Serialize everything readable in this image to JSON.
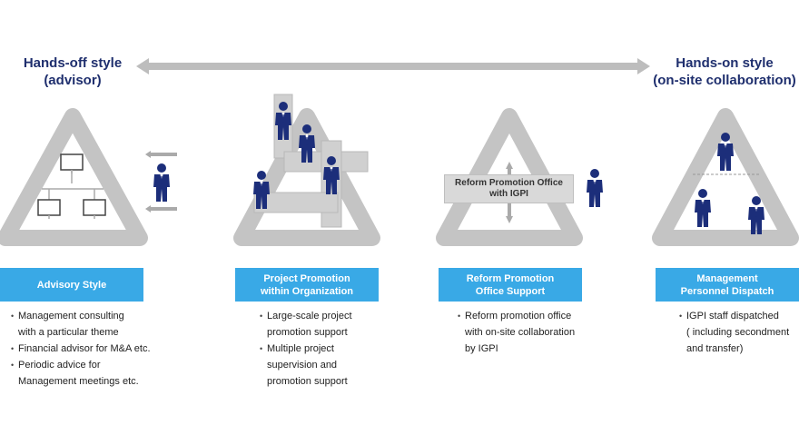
{
  "spectrum": {
    "left_label_lines": [
      "Hands-off style",
      "(advisor)"
    ],
    "right_label_lines": [
      "Hands-on style",
      "(on-site collaboration)"
    ]
  },
  "stages": [
    {
      "title_lines": [
        "Advisory Style"
      ],
      "bullets": [
        [
          "Management consulting",
          "with a particular theme"
        ],
        [
          "Financial advisor for M&A etc."
        ],
        [
          "Periodic advice for",
          "Management meetings etc."
        ]
      ]
    },
    {
      "title_lines": [
        "Project Promotion",
        "within Organization"
      ],
      "bullets": [
        [
          "Large-scale project",
          "promotion support"
        ],
        [
          "Multiple project",
          "supervision and",
          "promotion support"
        ]
      ]
    },
    {
      "title_lines": [
        "Reform Promotion",
        "Office Support"
      ],
      "office_label_lines": [
        "Reform Promotion Office",
        "with IGPI"
      ],
      "bullets": [
        [
          "Reform promotion office",
          "with on-site collaboration",
          "by IGPI"
        ]
      ]
    },
    {
      "title_lines": [
        "Management",
        "Personnel Dispatch"
      ],
      "bullets": [
        [
          "IGPI staff dispatched",
          "( including secondment",
          "and transfer)"
        ]
      ]
    }
  ],
  "colors": {
    "navy_text": "#1f2f6e",
    "person": "#1c2e7a",
    "blue_box": "#39a9e6",
    "triangle_gray": "#c4c4c4"
  }
}
